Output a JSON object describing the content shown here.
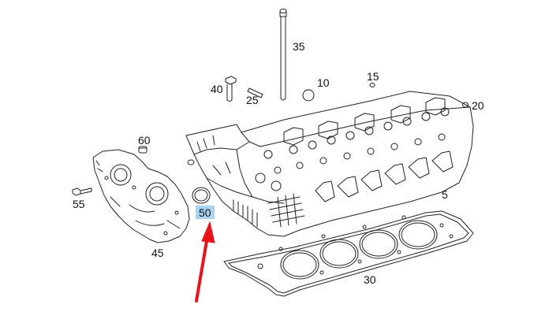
{
  "callouts": {
    "c35": "35",
    "c40": "40",
    "c10": "10",
    "c15": "15",
    "c25": "25",
    "c20": "20",
    "c60": "60",
    "c55": "55",
    "c50": "50",
    "c5": "5",
    "c45": "45",
    "c30": "30"
  },
  "highlighted_callout": "50",
  "colors": {
    "line": "#222222",
    "highlight": "#a9d3f0",
    "arrow": "#e8141b"
  }
}
